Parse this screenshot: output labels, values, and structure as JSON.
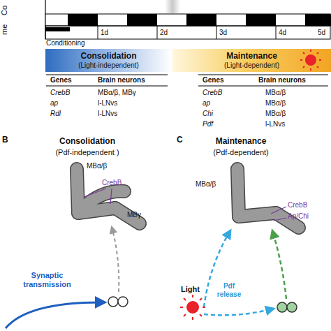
{
  "diagram": {
    "nodes": [
      {
        "text": [
          "Consolidation",
          "(Light-independent)"
        ]
      },
      {
        "text": [
          "Maintenance",
          "(Light-dependent)"
        ]
      }
    ],
    "labels": [
      "Co",
      "me",
      "Conditioning",
      "1d",
      "2d",
      "3d",
      "4d",
      "5d",
      "Genes",
      "Brain neurons",
      "CrebB",
      "MBα/β, MBγ",
      "ap",
      "l-LNvs",
      "Rdl",
      "l-LNvs",
      "Genes",
      "Brain neurons",
      "CrebB",
      "MBα/β",
      "ap",
      "MBα/β",
      "Chi",
      "MBα/β",
      "Pdf",
      "l-LNvs",
      "B",
      "Consolidation",
      "(Pdf-independent )",
      "CrebB",
      "MBα/β",
      "MBγ",
      "Synaptic transmission",
      "C",
      "Maintenance",
      "(Pdf-dependent)",
      "MBα/β",
      "CrebB",
      "Ap/Chi",
      "Light",
      "Pdf release"
    ]
  }
}
